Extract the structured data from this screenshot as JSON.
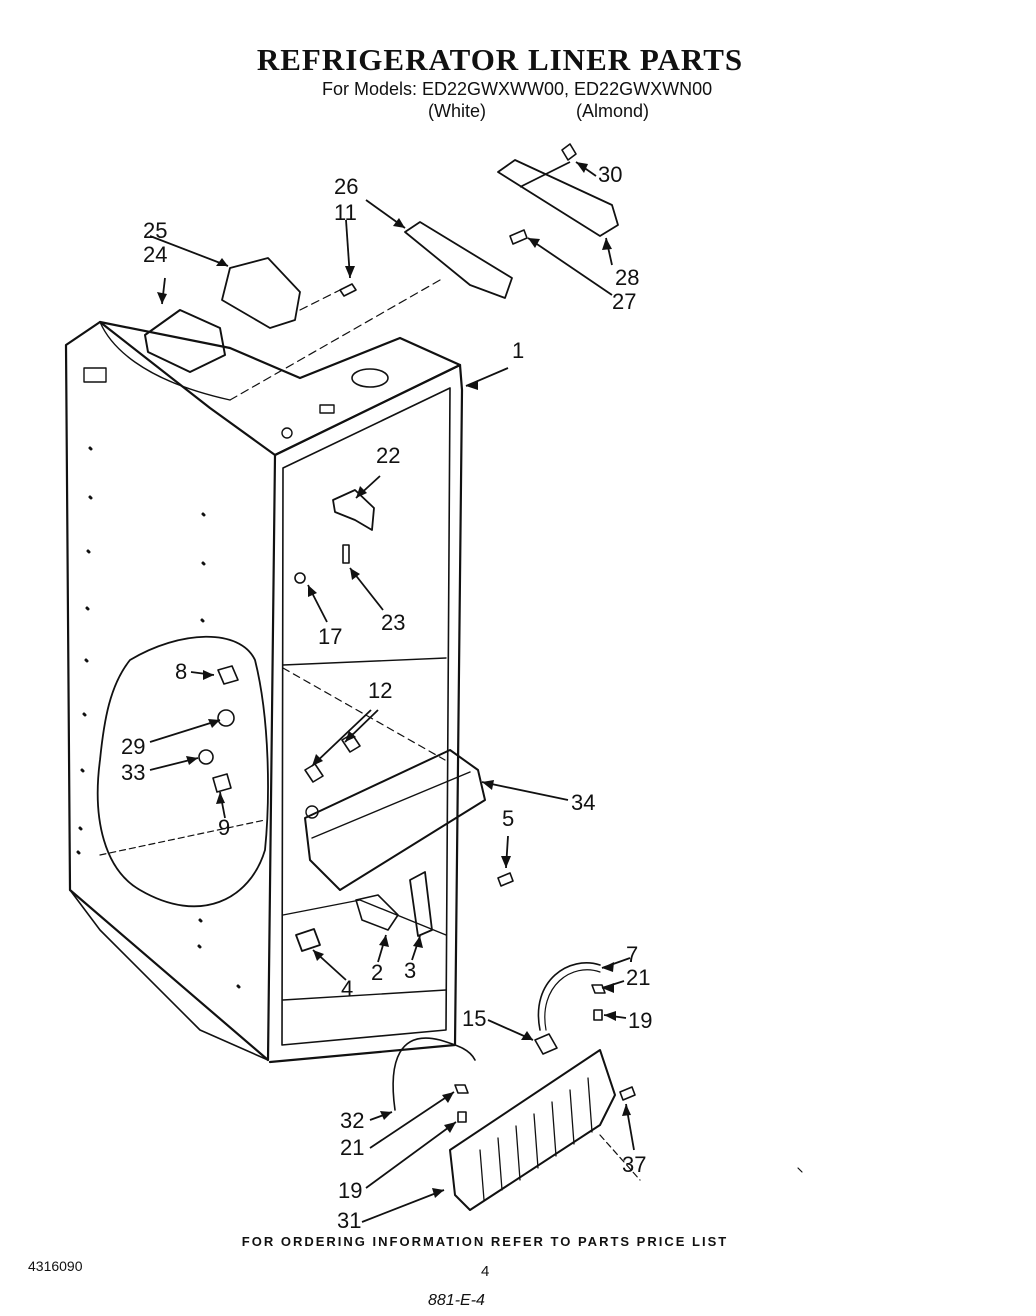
{
  "header": {
    "title": "REFRIGERATOR LINER PARTS",
    "models_line": "For Models: ED22GWXWW00, ED22GWXWN00",
    "variant_white": "(White)",
    "variant_almond": "(Almond)"
  },
  "callouts": {
    "c1": "1",
    "c2": "2",
    "c3": "3",
    "c4": "4",
    "c5": "5",
    "c7": "7",
    "c8": "8",
    "c9": "9",
    "c11": "11",
    "c12": "12",
    "c15": "15",
    "c17": "17",
    "c19a": "19",
    "c19b": "19",
    "c21a": "21",
    "c21b": "21",
    "c22": "22",
    "c23": "23",
    "c24": "24",
    "c25": "25",
    "c26": "26",
    "c27": "27",
    "c28": "28",
    "c29": "29",
    "c30": "30",
    "c31": "31",
    "c32": "32",
    "c33": "33",
    "c34": "34",
    "c37": "37"
  },
  "footer": {
    "ordering_note": "FOR ORDERING INFORMATION REFER TO PARTS PRICE LIST",
    "doc_number": "4316090",
    "page_number": "4",
    "handwritten": "881-E-4"
  }
}
